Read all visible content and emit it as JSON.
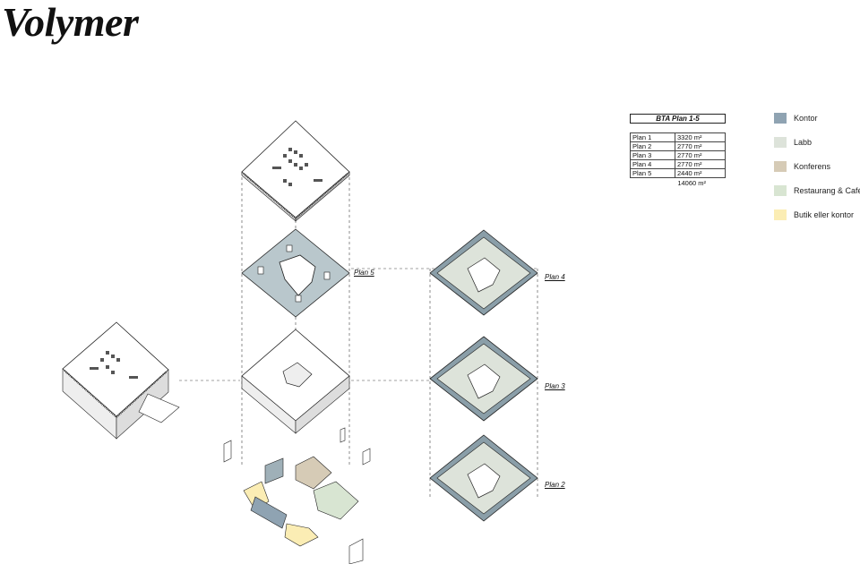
{
  "title": "Volymer",
  "bta": {
    "title": "BTA Plan 1-5",
    "rows": [
      {
        "plan": "Plan 1",
        "area": "3320 m²"
      },
      {
        "plan": "Plan 2",
        "area": "2770 m²"
      },
      {
        "plan": "Plan 3",
        "area": "2770 m²"
      },
      {
        "plan": "Plan 4",
        "area": "2770 m²"
      },
      {
        "plan": "Plan 5",
        "area": "2440 m²"
      }
    ],
    "total": "14060 m²"
  },
  "legend": [
    {
      "label": "Kontor",
      "color": "#8fa3b2"
    },
    {
      "label": "Labb",
      "color": "#dde3da"
    },
    {
      "label": "Konferens",
      "color": "#d6cbb6"
    },
    {
      "label": "Restaurang & Café",
      "color": "#d8e5d2"
    },
    {
      "label": "Butik eller kontor",
      "color": "#fbedb4"
    }
  ],
  "plan_labels": {
    "plan5": "Plan 5",
    "plan4": "Plan 4",
    "plan3": "Plan 3",
    "plan2": "Plan 2"
  }
}
